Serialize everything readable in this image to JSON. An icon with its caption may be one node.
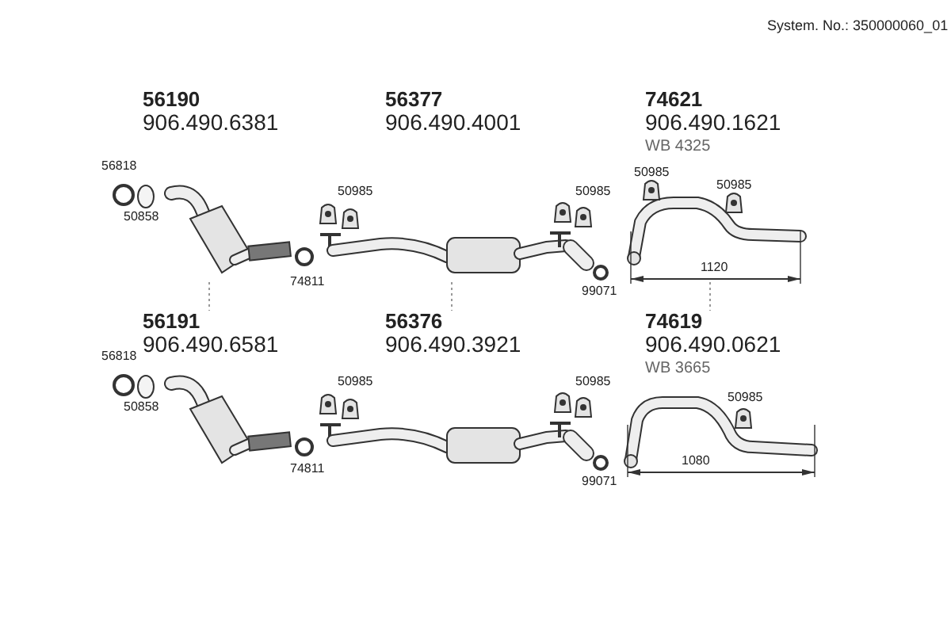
{
  "diagram": {
    "labels": [
      "System. No.: 350000060_01",
      "56190",
      "906.490.6381",
      "56377",
      "906.490.4001",
      "74621",
      "906.490.1621",
      "WB 4325",
      "56818",
      "50985",
      "50985",
      "50985",
      "50985",
      "50858",
      "74811",
      "1120",
      "99071",
      "56191",
      "906.490.6581",
      "56376",
      "906.490.3921",
      "74619",
      "906.490.0621",
      "WB 3665",
      "56818",
      "50985",
      "50985",
      "50858",
      "50985",
      "74811",
      "1080",
      "99071"
    ]
  }
}
